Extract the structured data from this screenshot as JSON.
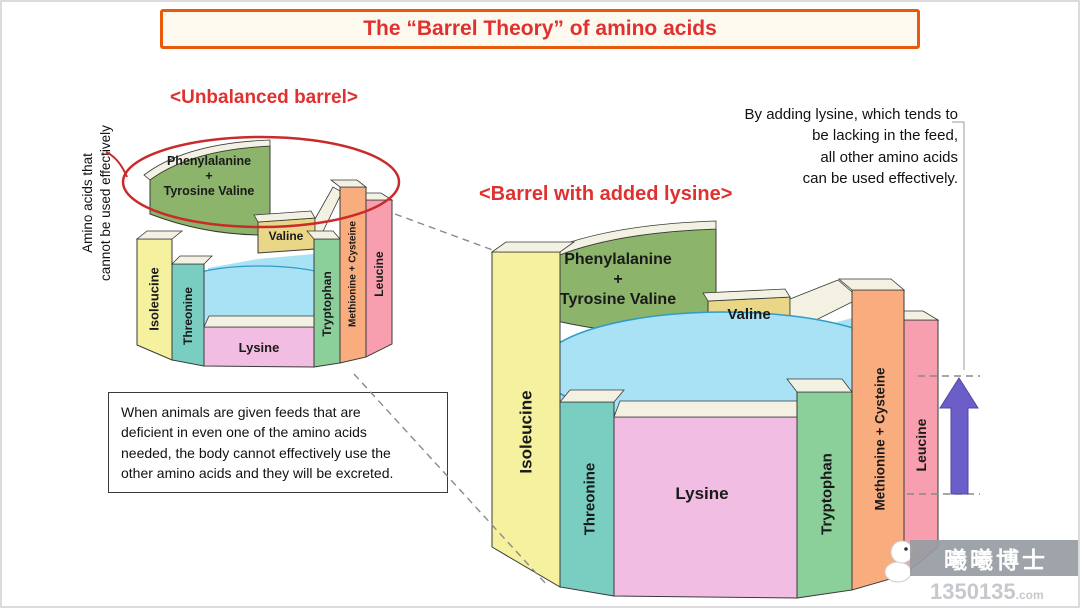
{
  "title": "The “Barrel Theory” of amino acids",
  "unbalanced": {
    "heading": "<Unbalanced barrel>",
    "side_note": "Amino acids that\ncannot be used effectively",
    "caption": "When animals are given feeds that are\ndeficient in even one of the amino acids\nneeded, the body cannot effectively use the\nother amino acids and they will be excreted."
  },
  "added_lysine": {
    "heading": "<Barrel with added lysine>",
    "note": "By adding lysine, which tends to\nbe lacking in the feed,\nall other amino acids\ncan be used effectively."
  },
  "labels": {
    "phenylalanine": "Phenylalanine",
    "plus": "+",
    "tyrosine_valine": "Tyrosine Valine",
    "valine": "Valine",
    "isoleucine": "Isoleucine",
    "threonine": "Threonine",
    "lysine": "Lysine",
    "tryptophan": "Tryptophan",
    "methionine_cysteine": "Methionine + Cysteine",
    "leucine": "Leucine"
  },
  "watermark": {
    "name": "曦曦博士",
    "number": "1350135",
    "domain": ".com"
  },
  "colors": {
    "title_red": "#e03131",
    "banner_border": "#e8590c",
    "banner_bg": "#fdf9ee",
    "isoleucine": "#f6f19e",
    "threonine": "#79cec1",
    "lysine": "#f2bde2",
    "tryptophan": "#8bcf9b",
    "methionine_cysteine": "#f9ad7f",
    "leucine": "#f79fae",
    "phenylalanine": "#8cb46a",
    "valine": "#e9d687",
    "water": "#a9e2f5",
    "water_edge": "#2e9cc7",
    "arrow_purple": "#6b5ec9",
    "highlight_red": "#c92a2a"
  }
}
